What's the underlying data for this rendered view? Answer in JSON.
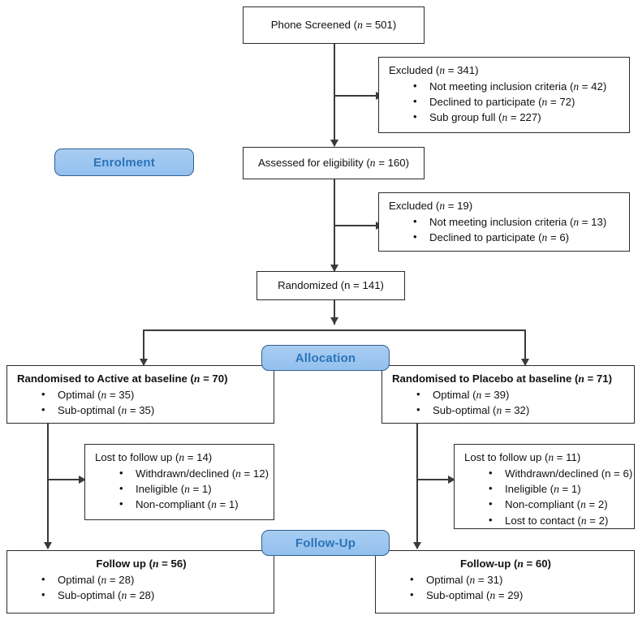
{
  "diagram": {
    "title": "CONSORT participant flow diagram",
    "phases": [
      {
        "id": "enrolment",
        "label": "Enrolment"
      },
      {
        "id": "allocation",
        "label": "Allocation"
      },
      {
        "id": "followup",
        "label": "Follow-Up"
      }
    ],
    "colors": {
      "pill_fill": "#9dc7f0",
      "pill_border": "#2e5f8f",
      "pill_text": "#2b74b8",
      "box_border": "#2b2b2b",
      "connector": "#3a3a3a",
      "text": "#111111"
    },
    "nodes": {
      "phone_screened": {
        "title_pre": "Phone Screened (",
        "title_n": "n",
        "title_post": " = 501)"
      },
      "excluded_1": {
        "title_pre": "Excluded (",
        "title_n": "n",
        "title_post": " = 341)",
        "items": [
          {
            "pre": "Not meeting inclusion criteria (",
            "n": "n",
            "post": " = 42)"
          },
          {
            "pre": "Declined to participate (",
            "n": "n",
            "post": " = 72)"
          },
          {
            "pre": "Sub group full (",
            "n": "n",
            "post": " = 227)"
          }
        ]
      },
      "assessed": {
        "title_pre": "Assessed for eligibility (",
        "title_n": "n",
        "title_post": " = 160)"
      },
      "excluded_2": {
        "title_pre": "Excluded (",
        "title_n": "n",
        "title_post": " = 19)",
        "items": [
          {
            "pre": "Not meeting inclusion criteria (",
            "n": "n",
            "post": " = 13)"
          },
          {
            "pre": "Declined to participate (",
            "n": "n",
            "post": " = 6)"
          }
        ]
      },
      "randomized": {
        "title_pre": "Randomized (",
        "title_n": "n",
        "title_post": " = 141)",
        "n_italic": false
      },
      "alloc_active": {
        "title_pre": "Randomised to Active at baseline (",
        "title_n": "n",
        "title_post": " = 70)",
        "items": [
          {
            "pre": "Optimal (",
            "n": "n",
            "post": " = 35)"
          },
          {
            "pre": "Sub-optimal (",
            "n": "n",
            "post": " = 35)"
          }
        ]
      },
      "alloc_placebo": {
        "title_pre": "Randomised to Placebo at baseline (",
        "title_n": "n",
        "title_post": " = 71)",
        "items": [
          {
            "pre": "Optimal (",
            "n": "n",
            "post": " = 39)"
          },
          {
            "pre": "Sub-optimal (",
            "n": "n",
            "post": " = 32)"
          }
        ]
      },
      "lost_active": {
        "title_pre": "Lost to follow up (",
        "title_n": "n",
        "title_post": " = 14)",
        "items": [
          {
            "pre": "Withdrawn/declined (",
            "n": "n",
            "post": " = 12)"
          },
          {
            "pre": "Ineligible (",
            "n": "n",
            "post": " = 1)"
          },
          {
            "pre": "Non-compliant (",
            "n": "n",
            "post": " = 1)"
          }
        ]
      },
      "lost_placebo": {
        "title_pre": "Lost to follow up (",
        "title_n": "n",
        "title_post": " = 11)",
        "items": [
          {
            "pre": "Withdrawn/declined (n = 6)",
            "n": "",
            "post": ""
          },
          {
            "pre": "Ineligible (",
            "n": "n",
            "post": " = 1)"
          },
          {
            "pre": "Non-compliant (",
            "n": "n",
            "post": " = 2)"
          },
          {
            "pre": "Lost to contact (",
            "n": "n",
            "post": " = 2)"
          }
        ]
      },
      "follow_active": {
        "title_pre": "Follow up (",
        "title_n": "n",
        "title_post": " = 56)",
        "items": [
          {
            "pre": "Optimal (",
            "n": "n",
            "post": " = 28)"
          },
          {
            "pre": "Sub-optimal (",
            "n": "n",
            "post": " = 28)"
          }
        ]
      },
      "follow_placebo": {
        "title_pre": "Follow-up (",
        "title_n": "n",
        "title_post": " = 60)",
        "items": [
          {
            "pre": "Optimal (",
            "n": "n",
            "post": " = 31)"
          },
          {
            "pre": "Sub-optimal (",
            "n": "n",
            "post": " = 29)"
          }
        ]
      }
    }
  }
}
